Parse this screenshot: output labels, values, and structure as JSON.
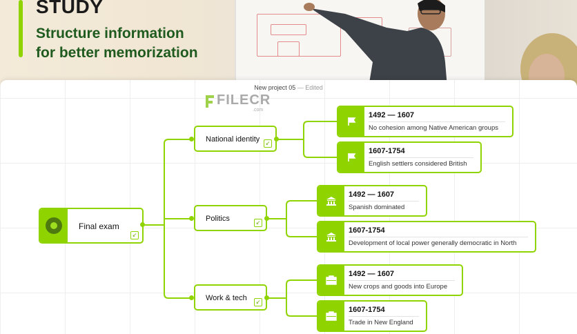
{
  "hero": {
    "title": "STUDY",
    "subtitle_line1": "Structure information",
    "subtitle_line2": "for better memorization"
  },
  "app": {
    "document_title": "New project 05",
    "separator": "—",
    "status": "Edited"
  },
  "watermark": {
    "text": "FILECR",
    "domain": ".com"
  },
  "colors": {
    "accent": "#8fd400",
    "accent_dark": "#4f7a0f",
    "subtitle": "#1f5a1f"
  },
  "mindmap": {
    "root": {
      "label": "Final exam",
      "icon": "target-icon"
    },
    "branches": [
      {
        "label": "National identity",
        "icon": "flag-icon",
        "leaves": [
          {
            "year": "1492 — 1607",
            "desc": "No cohesion among Native American groups"
          },
          {
            "year": "1607-1754",
            "desc": "English settlers considered British"
          }
        ]
      },
      {
        "label": "Politics",
        "icon": "government-building-icon",
        "leaves": [
          {
            "year": "1492 — 1607",
            "desc": "Spanish dominated"
          },
          {
            "year": "1607-1754",
            "desc": "Development of local power generally democratic in North"
          }
        ]
      },
      {
        "label": "Work & tech",
        "icon": "briefcase-icon",
        "leaves": [
          {
            "year": "1492 — 1607",
            "desc": "New crops and goods into Europe"
          },
          {
            "year": "1607-1754",
            "desc": "Trade in New England"
          }
        ]
      }
    ]
  }
}
